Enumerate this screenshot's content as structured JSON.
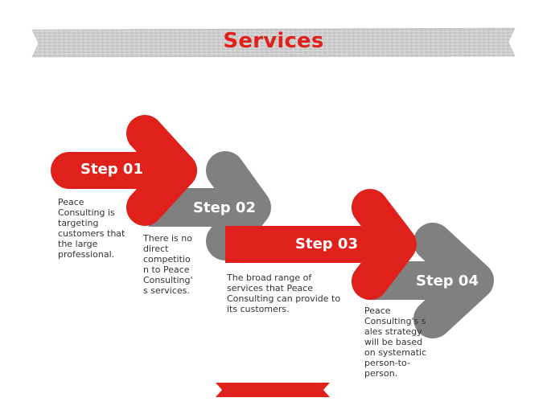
{
  "title": "Services",
  "colors": {
    "red": "#e0201b",
    "gray": "#808080",
    "banner": "#c9c9c9"
  },
  "steps": [
    {
      "label": "Step 01",
      "color": "red",
      "text": "Peace\nConsulting is\ntargeting\ncustomers that\nthe large\nprofessional."
    },
    {
      "label": "Step 02",
      "color": "gray",
      "text": "There is no\ndirect\ncompetitio\nn to Peace\nConsulting'\ns services."
    },
    {
      "label": "Step 03",
      "color": "red",
      "text": "The broad range of\nservices that Peace\nConsulting can provide to\nits customers."
    },
    {
      "label": "Step 04",
      "color": "gray",
      "text": "Peace\nConsulting's s\nales strategy\nwill be based\non systematic\nperson-to-\nperson."
    }
  ]
}
